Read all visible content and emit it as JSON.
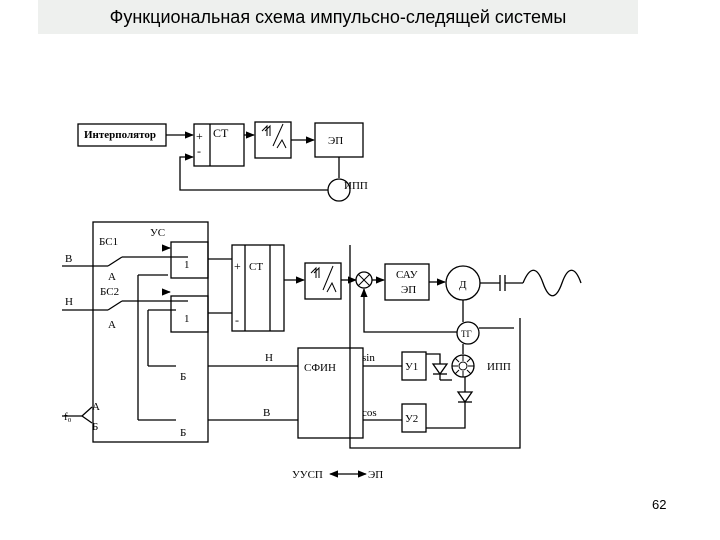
{
  "title": "Функциональная схема импульсно-следящей системы",
  "page_number": "62",
  "blocks": {
    "interpolator": "Интерполятор",
    "plus": "+",
    "minus": "-",
    "counter_top": "СТ",
    "ep_top": "ЭП",
    "ipp_top": "ИПП",
    "us": "УС",
    "bs1": "БС1",
    "bs2": "БС2",
    "in_v": "В",
    "in_n": "Н",
    "a1": "А",
    "a2": "А",
    "gate1": "1",
    "gate2": "1",
    "counter_mid": "СТ",
    "sau_line1": "САУ",
    "sau_line2": "ЭП",
    "motor": "Д",
    "tg": "ТГ",
    "b1": "Б",
    "b2": "Б",
    "f0": "f₀",
    "fa": "А",
    "fb": "Б",
    "h_out": "Н",
    "v_out": "В",
    "sfin": "СФИН",
    "sin": "sin",
    "cos": "cos",
    "y1": "У1",
    "y2": "У2",
    "ipp_bottom": "ИПП",
    "uusp": "УУСП",
    "ep_bottom": "ЭП"
  }
}
